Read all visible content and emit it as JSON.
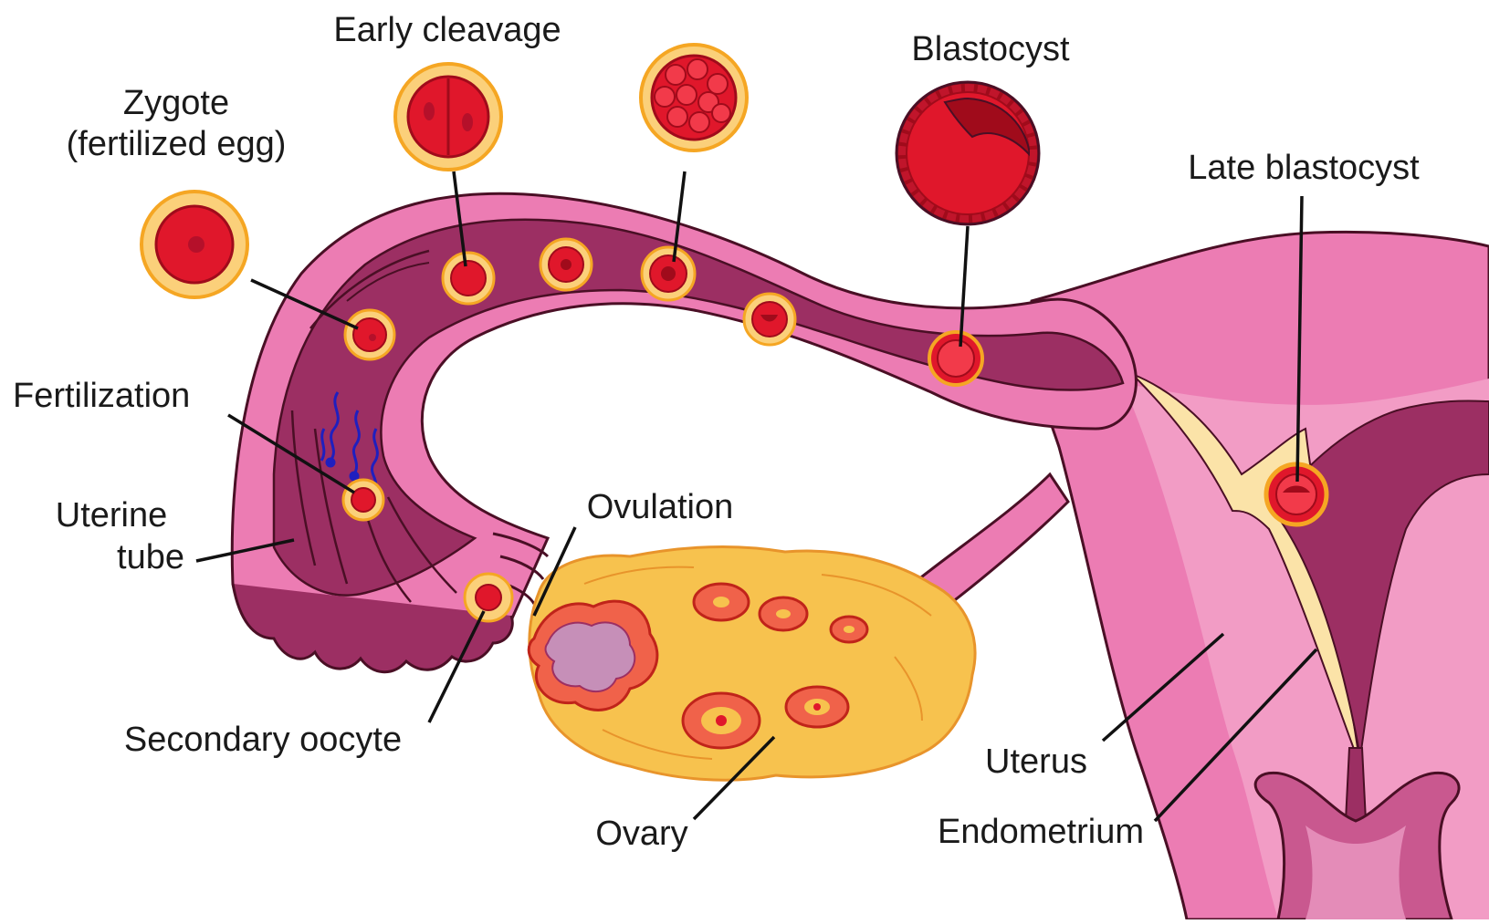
{
  "labels": {
    "zygote_line1": "Zygote",
    "zygote_line2": "(fertilized egg)",
    "early_cleavage": "Early cleavage",
    "blastocyst": "Blastocyst",
    "late_blastocyst": "Late blastocyst",
    "fertilization": "Fertilization",
    "uterine_tube_line1": "Uterine",
    "uterine_tube_line2": "tube",
    "ovulation": "Ovulation",
    "secondary_oocyte": "Secondary oocyte",
    "ovary": "Ovary",
    "uterus": "Uterus",
    "endometrium": "Endometrium"
  },
  "colors": {
    "tissue_pink": "#e46fa6",
    "tissue_light": "#f2a3c7",
    "lumen_dark": "#9c2f63",
    "outline": "#4a0f25",
    "cell_red": "#e0172b",
    "zona_orange": "#f5a623",
    "zona_light": "#fbd07a",
    "ovary_yellow": "#f7c24e",
    "endometrium_cream": "#fbe3a8",
    "sperm_blue": "#1f1fbf"
  }
}
